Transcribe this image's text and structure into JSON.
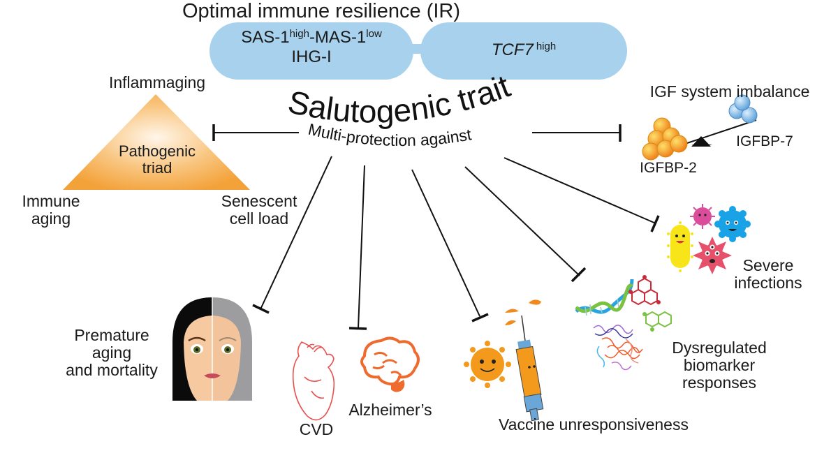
{
  "header": {
    "title": "Optimal immune resilience (IR)",
    "left_pill": {
      "line1_parts": [
        "SAS-1",
        "high",
        "-MAS-1",
        "low"
      ],
      "line2": "IHG-I"
    },
    "right_pill": {
      "gene": "TCF7",
      "superscript": "high"
    }
  },
  "center": {
    "title": "Salutogenic trait",
    "subtitle": "Multi-protection against"
  },
  "triad": {
    "center_line1": "Pathogenic",
    "center_line2": "triad",
    "top": "Inflammaging",
    "bottom_left_line1": "Immune",
    "bottom_left_line2": "aging",
    "bottom_right_line1": "Senescent",
    "bottom_right_line2": "cell load"
  },
  "igf": {
    "title": "IGF system imbalance",
    "heavy_label": "IGFBP-2",
    "light_label": "IGFBP-7"
  },
  "outcomes": {
    "infections": [
      "Severe",
      "infections"
    ],
    "biomarkers": [
      "Dysregulated",
      "biomarker",
      "responses"
    ],
    "vaccine": "Vaccine unresponsiveness",
    "alzheimers": "Alzheimer’s",
    "cvd": "CVD",
    "aging": [
      "Premature",
      "aging",
      "and mortality"
    ]
  },
  "inhibitions": [
    {
      "from": "Salutogenic trait",
      "to": "Pathogenic triad"
    },
    {
      "from": "Salutogenic trait",
      "to": "IGF system imbalance"
    },
    {
      "from": "Salutogenic trait",
      "to": "Severe infections"
    },
    {
      "from": "Salutogenic trait",
      "to": "Dysregulated biomarker responses"
    },
    {
      "from": "Salutogenic trait",
      "to": "Vaccine unresponsiveness"
    },
    {
      "from": "Salutogenic trait",
      "to": "Alzheimer's / CVD"
    },
    {
      "from": "Salutogenic trait",
      "to": "Premature aging and mortality"
    }
  ],
  "colors": {
    "pill": "#a7d1ec",
    "triad_light": "#fff3e0",
    "triad_dark": "#f5a43a",
    "igfbp2": "#f28a1e",
    "igfbp7": "#7fb6e2",
    "heart": "#e8514f",
    "brain": "#ef6a2e"
  }
}
